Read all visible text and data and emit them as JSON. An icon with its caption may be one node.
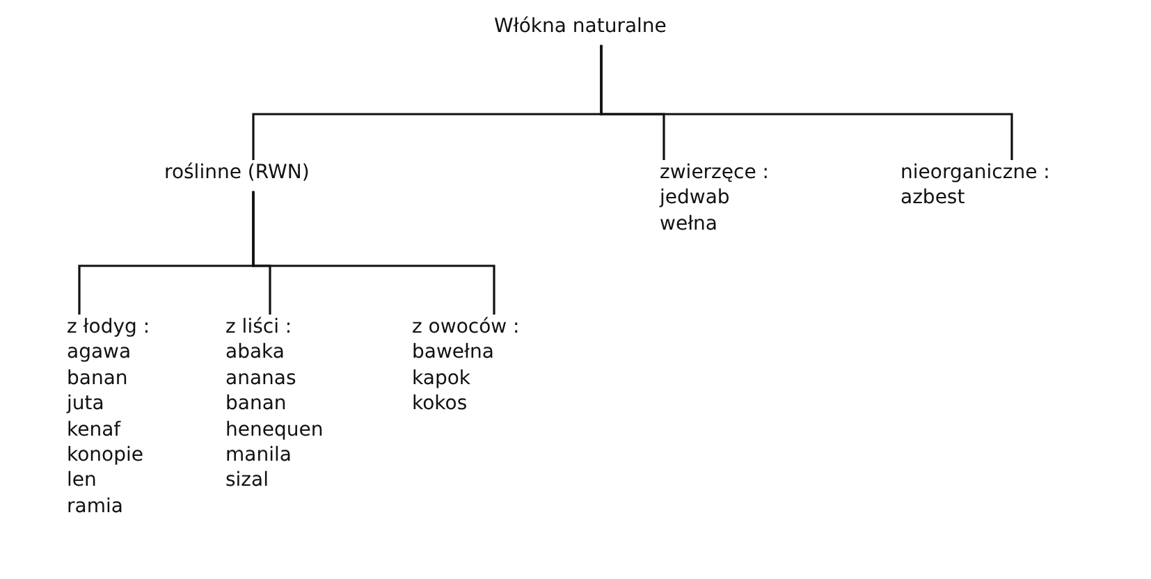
{
  "diagram": {
    "nodes": [
      {
        "text": [
          "Włókna naturalne"
        ]
      },
      {
        "text": [
          "roślinne (RWN)"
        ]
      },
      {
        "text": [
          "zwierzęce :",
          "jedwab",
          "wełna"
        ]
      },
      {
        "text": [
          "nieorganiczne :",
          "azbest"
        ]
      },
      {
        "text": [
          "z łodyg :",
          "agawa",
          "banan",
          "juta",
          "kenaf",
          "konopie",
          "len",
          "ramia"
        ]
      },
      {
        "text": [
          "z liści :",
          "abaka",
          "ananas",
          "banan",
          "henequen",
          "manila",
          "sizal"
        ]
      },
      {
        "text": [
          "z owoców :",
          "bawełna",
          "kapok",
          "kokos"
        ]
      }
    ],
    "edges": [
      {
        "from": 0,
        "to": 1,
        "arrow": "none"
      },
      {
        "from": 0,
        "to": 2,
        "arrow": "none"
      },
      {
        "from": 0,
        "to": 3,
        "arrow": "none"
      },
      {
        "from": 1,
        "to": 4,
        "arrow": "none"
      },
      {
        "from": 1,
        "to": 5,
        "arrow": "none"
      },
      {
        "from": 1,
        "to": 6,
        "arrow": "none"
      }
    ]
  }
}
